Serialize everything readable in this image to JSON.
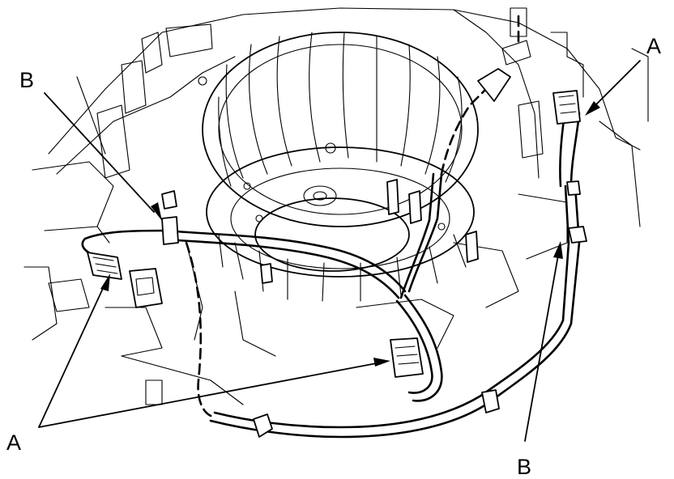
{
  "callouts": {
    "a_top_right": "A",
    "b_top_left": "B",
    "a_bottom_left": "A",
    "b_bottom_right": "B"
  }
}
